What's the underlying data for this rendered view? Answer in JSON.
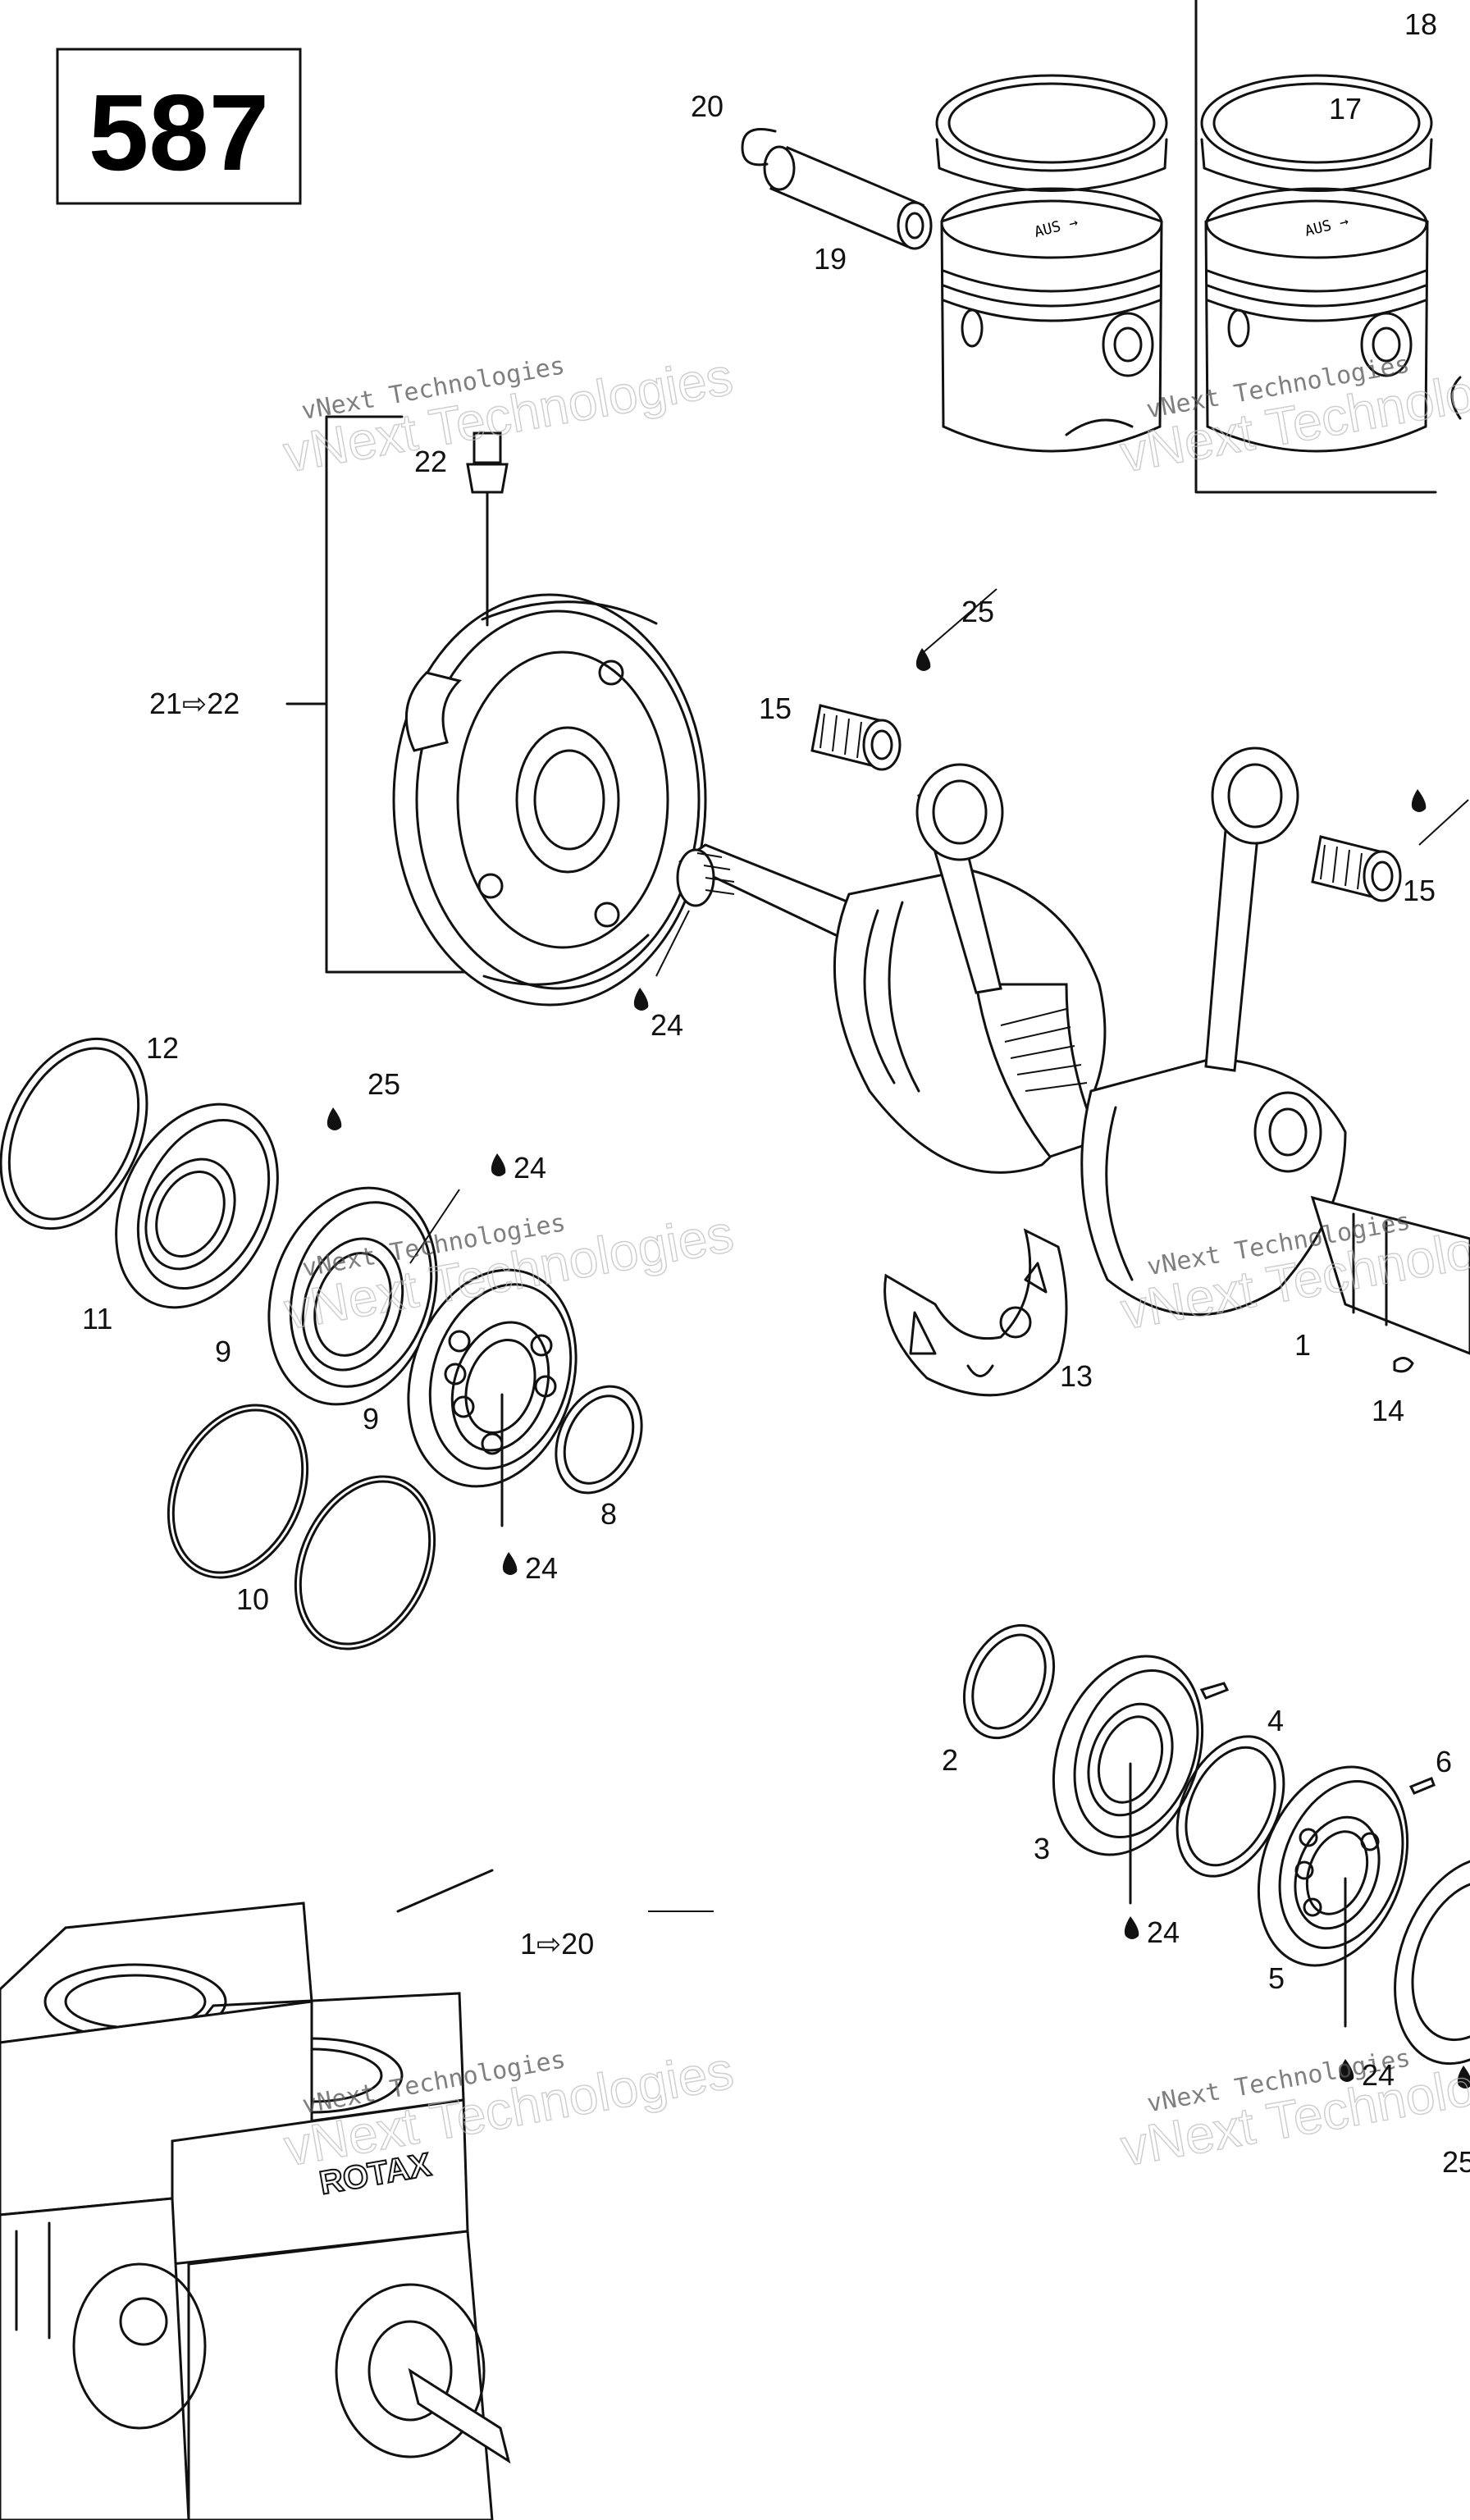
{
  "diagram_code": "587",
  "watermark": {
    "line1": "vNext Technologies",
    "line2": "vNext Technologies"
  },
  "callouts": {
    "c1": "1",
    "c2": "2",
    "c3": "3",
    "c4": "4",
    "c5": "5",
    "c6": "6",
    "c8": "8",
    "c9a": "9",
    "c9b": "9",
    "c10": "10",
    "c11": "11",
    "c12": "12",
    "c13": "13",
    "c14": "14",
    "c15a": "15",
    "c15b": "15",
    "c17": "17",
    "c18": "18",
    "c19": "19",
    "c20": "20",
    "c22": "22",
    "c24a": "24",
    "c24b": "24",
    "c24c": "24",
    "c24d": "24",
    "c24e": "24",
    "c25a": "25",
    "c25b": "25",
    "c25c": "25",
    "range_21_22": "21⇨22",
    "range_1_20": "1⇨20"
  },
  "engraving": {
    "piston_mark": "AUS →",
    "engine_brand": "ROTAX"
  }
}
